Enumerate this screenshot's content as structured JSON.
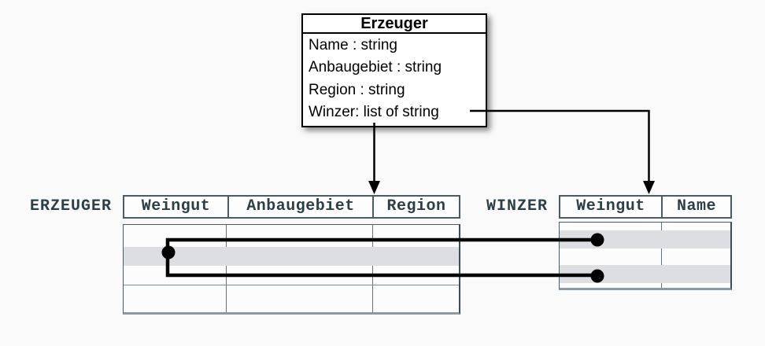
{
  "palette": {
    "background": "#fafafa",
    "class_border": "#000000",
    "table_border": "#4a5c62",
    "table_text": "#2c3e46",
    "row_stripe": "#dcdee2",
    "connector": "#000000"
  },
  "class_box": {
    "title": "Erzeuger",
    "attributes": [
      "Name : string",
      "Anbaugebiet : string",
      "Region : string",
      "Winzer: list of string"
    ]
  },
  "erzeuger_table": {
    "label": "ERZEUGER",
    "columns": [
      "Weingut",
      "Anbaugebiet",
      "Region"
    ]
  },
  "winzer_table": {
    "label": "WINZER",
    "columns": [
      "Weingut",
      "Name"
    ]
  }
}
